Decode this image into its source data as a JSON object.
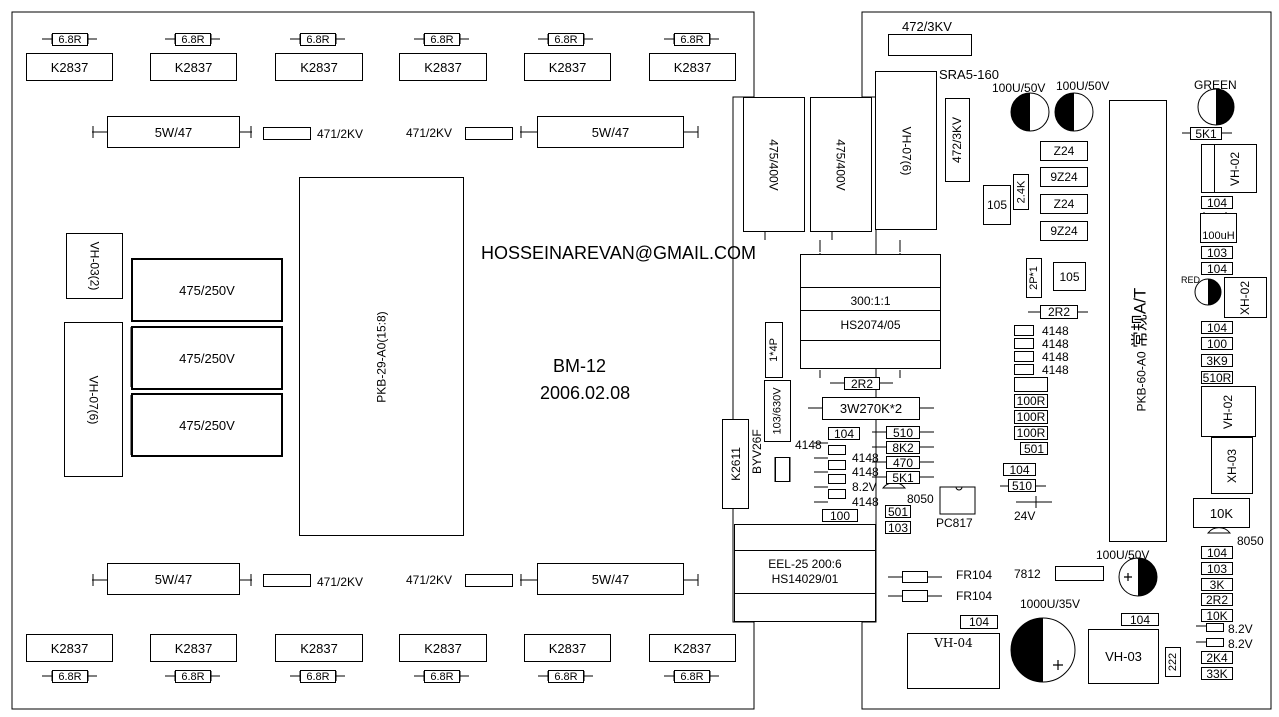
{
  "board": {
    "email": "HOSSEINAREVAN@GMAIL.COM",
    "model": "BM-12",
    "date": "2006.02.08",
    "main_control_label": "PKB-60-A0",
    "main_control_cn": "常规A/T",
    "center_module": "PKB-29-A0(15:8)"
  },
  "left_section": {
    "k2837": "K2837",
    "r68": "6.8R",
    "r5w47": "5W/47",
    "c471": "471/2KV",
    "c475_250": "475/250V",
    "vh03": "VH-03(2)",
    "vh07": "VH-07(6)"
  },
  "mid_section": {
    "c472_3kv": "472/3KV",
    "sra": "SRA5-160",
    "c475_400": "475/400V",
    "vh07": "VH-07(6)",
    "xfmr1_ratio": "300:1:1",
    "xfmr1_part": "HS2074/05",
    "xfmr2_ratio": "EEL-25 200:6",
    "xfmr2_part": "HS14029/01",
    "r1x4p": "1*4P",
    "c103_630": "103/630V",
    "r2r2": "2R2",
    "r3w270k": "3W270K*2",
    "d4148": "4148",
    "c104": "104",
    "r510": "510",
    "r8k2": "8K2",
    "r470": "470",
    "r5k1": "5K1",
    "z82v": "8.2V",
    "q8050": "8050",
    "r501": "501",
    "c103": "103",
    "r100": "100",
    "pc817": "PC817",
    "byv26f": "BYV26F",
    "k2611": "K2611",
    "fr104": "FR104"
  },
  "right_section": {
    "c100u50": "100U/50V",
    "green": "GREEN",
    "red": "RED",
    "r5k1": "5K1",
    "vh02": "VH-02",
    "xh02": "XH-02",
    "xh03": "XH-03",
    "z24": "Z24",
    "z9z24": "9Z24",
    "r24k": "2.4K",
    "c105": "105",
    "r2p": "2P*1",
    "r2r2": "2R2",
    "d4148": "4148",
    "r100r": "100R",
    "r501": "501",
    "c104": "104",
    "r510": "510",
    "z24v": "24V",
    "l100uh": "100uH",
    "c103": "103",
    "r100": "100",
    "r3k9": "3K9",
    "r510r": "510R",
    "r10k": "10K",
    "q8050": "8050",
    "r3k": "3K",
    "z82v": "8.2V",
    "r2k4": "2K4",
    "r33k": "33K",
    "c222": "222",
    "reg7812": "7812",
    "c1000u35": "1000U/35V",
    "vh04": "VH-04",
    "vh03": "VH-03"
  }
}
